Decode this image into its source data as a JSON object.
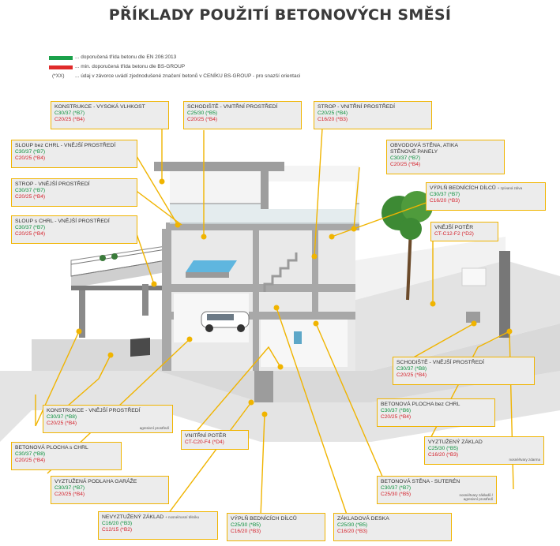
{
  "title": "PŘÍKLADY POUŽITÍ BETONOVÝCH SMĚSÍ",
  "legend": [
    {
      "color": "#1aa14a",
      "text": "... doporučená třída betonu dle EN 206:2013"
    },
    {
      "color": "#e02a2a",
      "text": "... min. doporučená třída betonu dle BS-GROUP"
    },
    {
      "marker": "(*XX)",
      "text": "... údaj v závorce uvádí zjednodušené značení betonů v CENÍKU BS-GROUP - pro snazší orientaci"
    }
  ],
  "callouts": {
    "konstrukce_vlhkost": {
      "title": "KONSTRUKCE - VYSOKÁ VLHKOST",
      "green": "C30/37 (*B7)",
      "red": "C20/25 (*B4)"
    },
    "schodiste_vnitrni": {
      "title": "SCHODIŠTĚ - VNITŘNÍ PROSTŘEDÍ",
      "green": "C25/30 (*B5)",
      "red": "C20/25 (*B4)"
    },
    "strop_vnitrni": {
      "title": "STROP - VNITŘNÍ PROSTŘEDÍ",
      "green": "C20/25 (*B4)",
      "red": "C16/20 (*B3)"
    },
    "sloup_bez_chrl": {
      "title": "SLOUP bez CHRL - VNĚJŠÍ PROSTŘEDÍ",
      "green": "C30/37 (*B7)",
      "red": "C20/25 (*B4)"
    },
    "obvodova_stena": {
      "title": "OBVODOVÁ STĚNA, ATIKA",
      "title2": "STĚNOVÉ PANELY",
      "green": "C30/37 (*B7)",
      "red": "C20/25 (*B4)"
    },
    "strop_vnejsi": {
      "title": "STROP - VNĚJŠÍ PROSTŘEDÍ",
      "green": "C30/37 (*B7)",
      "red": "C20/25 (*B4)"
    },
    "vypln_dilcu_1": {
      "title": "VÝPLŇ BEDNÍCÍCH DÍLCŮ",
      "note": "+ zpívaná zdiva",
      "green": "C30/37 (*B7)",
      "red": "C16/20 (*B3)"
    },
    "sloup_s_chrl": {
      "title": "SLOUP s CHRL - VNĚJŠÍ PROSTŘEDÍ",
      "green": "C30/37 (*B7)",
      "red": "C20/25 (*B4)"
    },
    "vnejsi_poter": {
      "title": "VNĚJŠÍ POTĚR",
      "red": "CT-C12-F2 (*D2)"
    },
    "schodiste_vnejsi": {
      "title": "SCHODIŠTĚ - VNĚJŠÍ PROSTŘEDÍ",
      "green": "C30/37 (*B8)",
      "red": "C20/25 (*B4)"
    },
    "konstrukce_vnejsi": {
      "title": "KONSTRUKCE - VNĚJŠÍ PROSTŘEDÍ",
      "green": "C30/37 (*B8)",
      "red": "C20/25 (*B4)",
      "side": "agresivní prostředí"
    },
    "betonova_plocha_bez": {
      "title": "BETONOVÁ PLOCHA bez CHRL",
      "green": "C30/37 (*B6)",
      "red": "C20/25 (*B4)"
    },
    "betonova_plocha_s": {
      "title": "BETONOVÁ PLOCHA s CHRL",
      "green": "C30/37 (*B8)",
      "red": "C20/25 (*B4)"
    },
    "vnitrni_poter": {
      "title": "VNITŘNÍ POTĚR",
      "red": "CT-C20-F4 (*D4)"
    },
    "vyztuzeny_zaklad": {
      "title": "VYZTUŽENÝ ZÁKLAD",
      "green": "C25/30 (*B5)",
      "red": "C16/20 (*B3)",
      "side": "nosné/tvary zdarma"
    },
    "vyztuzena_podlaha": {
      "title": "VYZTUŽENÁ PODLAHA GARÁŽE",
      "green": "C30/37 (*B7)",
      "red": "C20/25 (*B4)"
    },
    "betonova_stena": {
      "title": "BETONOVÁ STĚNA - SUTERÉN",
      "green": "C30/37 (*B7)",
      "red": "C25/30 (*B5)",
      "side": "nosné/tvary základů / agresivní prostředí"
    },
    "nevyztuzeny_zaklad": {
      "title": "NEVYZTUŽENÝ ZÁKLAD",
      "note": "+ nosné/nosní tělníku",
      "green": "C16/20 (*B3)",
      "red": "C12/15 (*B2)"
    },
    "vypln_dilcu_2": {
      "title": "VÝPLŇ BEDNÍCÍCH DÍLCŮ",
      "green": "C25/30 (*B5)",
      "red": "C16/20 (*B3)"
    },
    "zakladova_deska": {
      "title": "ZÁKLADOVÁ DESKA",
      "green": "C25/30 (*B5)",
      "red": "C16/20 (*B3)"
    }
  }
}
